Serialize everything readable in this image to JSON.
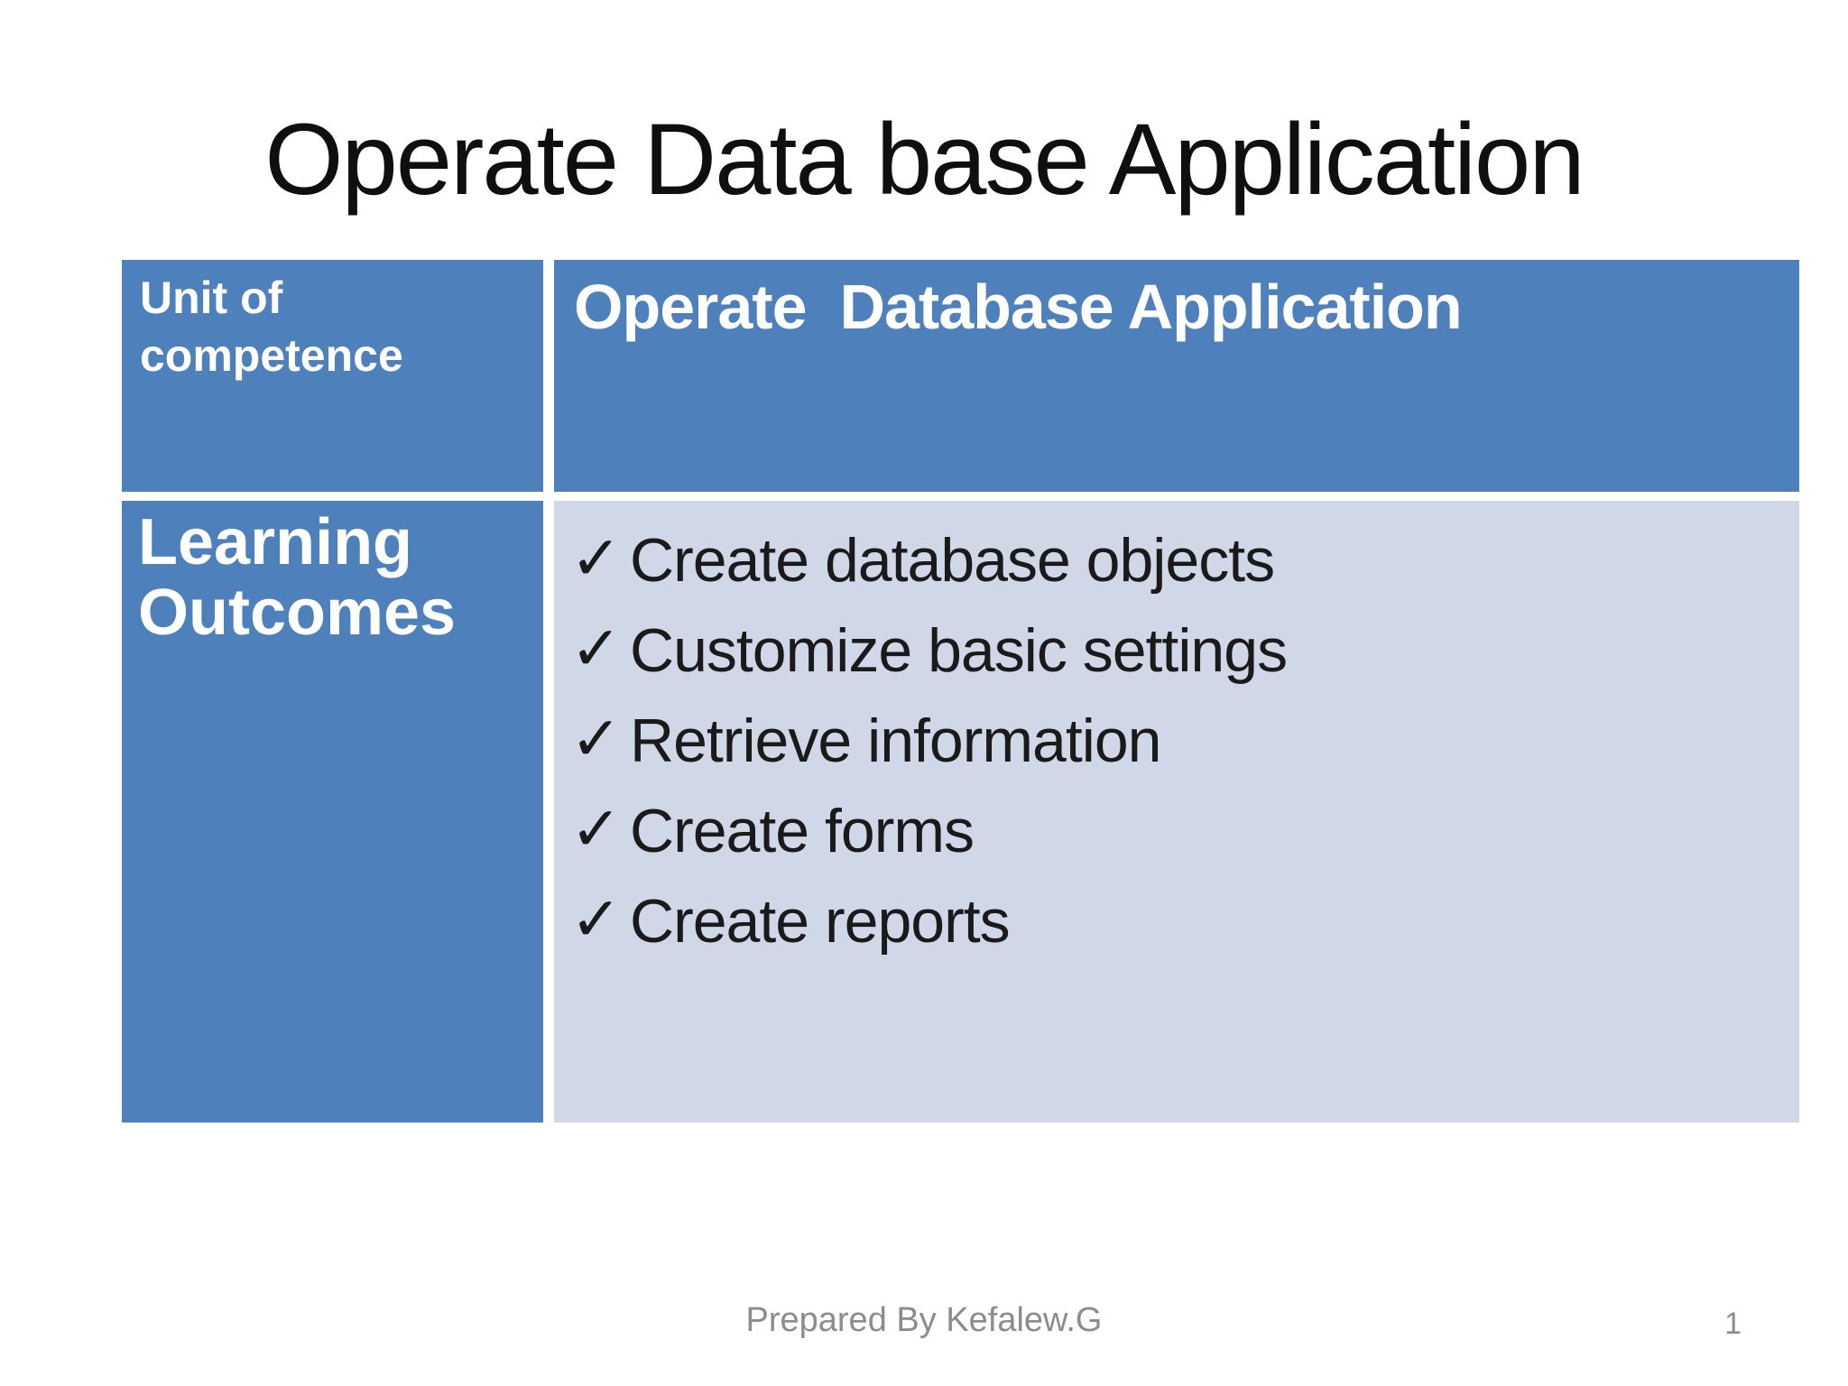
{
  "slide": {
    "title": "Operate Data base Application",
    "table": {
      "header": {
        "col1": "Unit of competence",
        "col2": "Operate  Database Application"
      },
      "body": {
        "col1": "Learning Outcomes",
        "checkmark": "✓",
        "items": [
          "Create database objects",
          "Customize basic settings",
          "Retrieve information",
          "Create forms",
          "Create reports"
        ]
      }
    },
    "footer": {
      "prepared_by": "Prepared By Kefalew.G",
      "page_number": "1"
    },
    "colors": {
      "accent_blue": "#4e80bc",
      "body_light_blue": "#d0d7e7",
      "title_text": "#0f0f0f",
      "cell_text_white": "#ffffff",
      "list_text": "#1a1a1a",
      "footer_gray": "#8c8c8c",
      "background": "#ffffff"
    }
  }
}
